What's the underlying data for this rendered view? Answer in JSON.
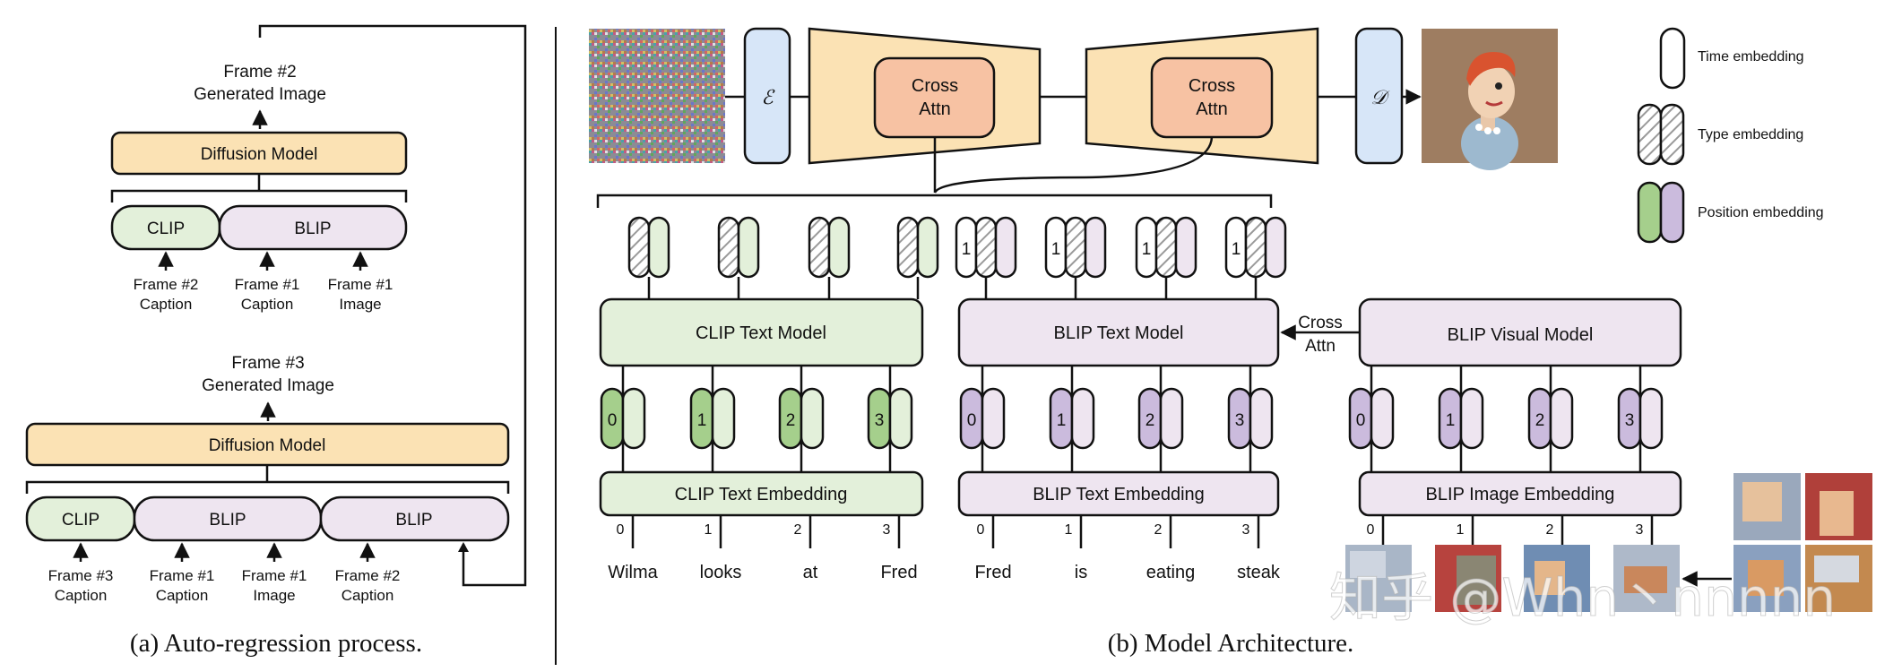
{
  "colors": {
    "orange": "#fbe2b4",
    "green": "#e3f0da",
    "purple": "#eee5f0",
    "green_pos": "#a5cf8c",
    "purple_pos": "#cbbbdd",
    "blue": "#d7e6f8",
    "attn": "#f7c2a3",
    "stroke": "#111111"
  },
  "panel_a": {
    "top": {
      "output_line1": "Frame #2",
      "output_line2": "Generated Image",
      "diffusion": "Diffusion Model",
      "clip": "CLIP",
      "blip": "BLIP",
      "inputs": [
        {
          "l1": "Frame #2",
          "l2": "Caption"
        },
        {
          "l1": "Frame #1",
          "l2": "Caption"
        },
        {
          "l1": "Frame #1",
          "l2": "Image"
        }
      ]
    },
    "bottom": {
      "output_line1": "Frame #3",
      "output_line2": "Generated Image",
      "diffusion": "Diffusion Model",
      "clip": "CLIP",
      "blip1": "BLIP",
      "blip2": "BLIP",
      "inputs": [
        {
          "l1": "Frame #3",
          "l2": "Caption"
        },
        {
          "l1": "Frame #1",
          "l2": "Caption"
        },
        {
          "l1": "Frame #1",
          "l2": "Image"
        },
        {
          "l1": "Frame #2",
          "l2": "Caption"
        }
      ]
    },
    "caption": "(a) Auto-regression process."
  },
  "panel_b": {
    "encoder_symbol": "ℰ",
    "decoder_symbol": "𝒟",
    "cross_attn1": [
      "Cross",
      "Attn"
    ],
    "cross_attn2": [
      "Cross",
      "Attn"
    ],
    "legend": [
      "Time embedding",
      "Type embedding",
      "Position embedding"
    ],
    "type_numbers": [
      "1",
      "1",
      "1",
      "1"
    ],
    "clip_text_model": "CLIP Text Model",
    "blip_text_model": "BLIP Text Model",
    "blip_visual_model": "BLIP Visual Model",
    "cross_attn_side": [
      "Cross",
      "Attn"
    ],
    "pos_numbers": [
      "0",
      "1",
      "2",
      "3"
    ],
    "clip_text_embedding": "CLIP Text Embedding",
    "blip_text_embedding": "BLIP Text Embedding",
    "blip_image_embedding": "BLIP Image Embedding",
    "clip_words": [
      "Wilma",
      "looks",
      "at",
      "Fred"
    ],
    "blip_words": [
      "Fred",
      "is",
      "eating",
      "steak"
    ],
    "caption": "(b) Model Architecture."
  },
  "watermark": "知乎 @Whn丶nnnnn"
}
